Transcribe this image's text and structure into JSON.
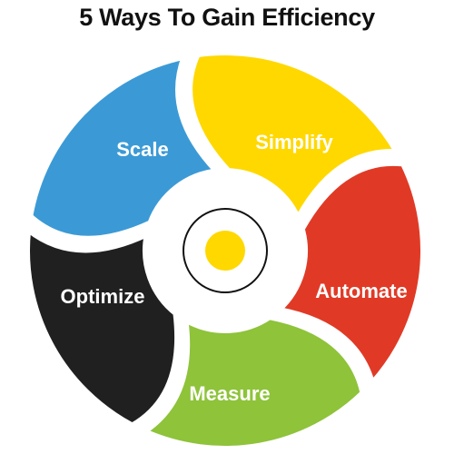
{
  "title": "5 Ways To Gain Efficiency",
  "segments": [
    {
      "label": "Simplify",
      "color": "#FFD800"
    },
    {
      "label": "Automate",
      "color": "#E03A26"
    },
    {
      "label": "Measure",
      "color": "#8EC33A"
    },
    {
      "label": "Optimize",
      "color": "#202020"
    },
    {
      "label": "Scale",
      "color": "#3B9AD6"
    }
  ],
  "center": {
    "dot_color": "#FFD800",
    "ring_color": "#111111"
  }
}
